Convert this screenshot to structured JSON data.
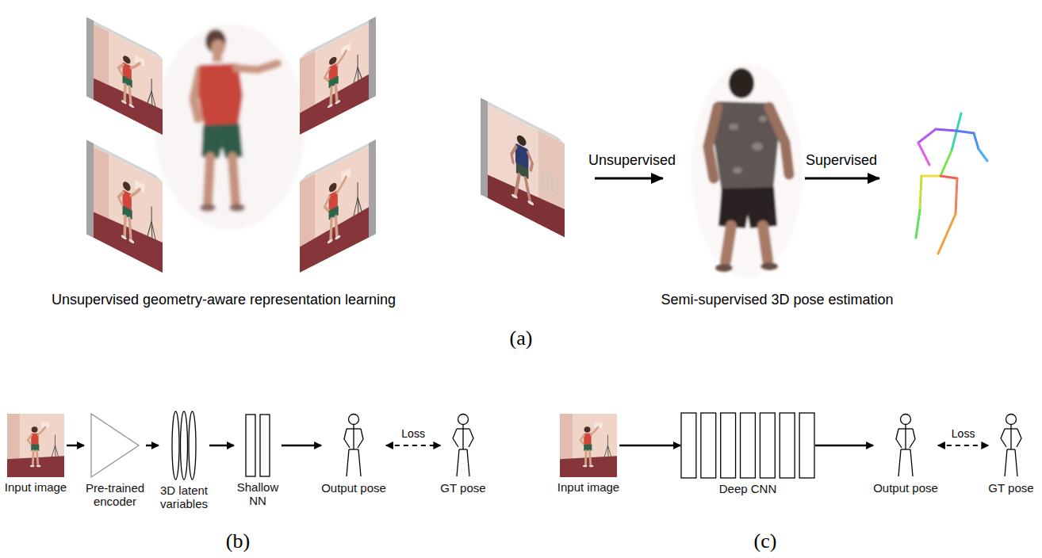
{
  "diagram": {
    "nodes": [
      {
        "text": [
          "Input image"
        ]
      },
      {
        "text": [
          "Pre-trained encoder"
        ]
      },
      {
        "text": [
          "3D latent variables"
        ]
      },
      {
        "text": [
          "Shallow NN"
        ]
      },
      {
        "text": [
          "Output pose"
        ]
      },
      {
        "text": [
          "GT pose"
        ]
      },
      {
        "text": [
          "Input image"
        ]
      },
      {
        "text": [
          "Deep CNN"
        ]
      },
      {
        "text": [
          "Output pose"
        ]
      },
      {
        "text": [
          "GT pose"
        ]
      }
    ],
    "edges": [
      {
        "from": 0,
        "to": 1,
        "arrow": "to"
      },
      {
        "from": 1,
        "to": 2,
        "arrow": "to"
      },
      {
        "from": 2,
        "to": 3,
        "arrow": "to"
      },
      {
        "from": 3,
        "to": 4,
        "arrow": "to"
      },
      {
        "from": 4,
        "to": 5,
        "arrow": "both",
        "label": "Loss"
      },
      {
        "from": 6,
        "to": 7,
        "arrow": "to"
      },
      {
        "from": 7,
        "to": 8,
        "arrow": "to"
      },
      {
        "from": 8,
        "to": 9,
        "arrow": "both",
        "label": "Loss"
      }
    ],
    "labels": [
      "Unsupervised geometry-aware representation learning",
      "Unsupervised",
      "Supervised",
      "Semi-supervised 3D pose estimation",
      "(a)",
      "(b)",
      "(c)"
    ]
  }
}
